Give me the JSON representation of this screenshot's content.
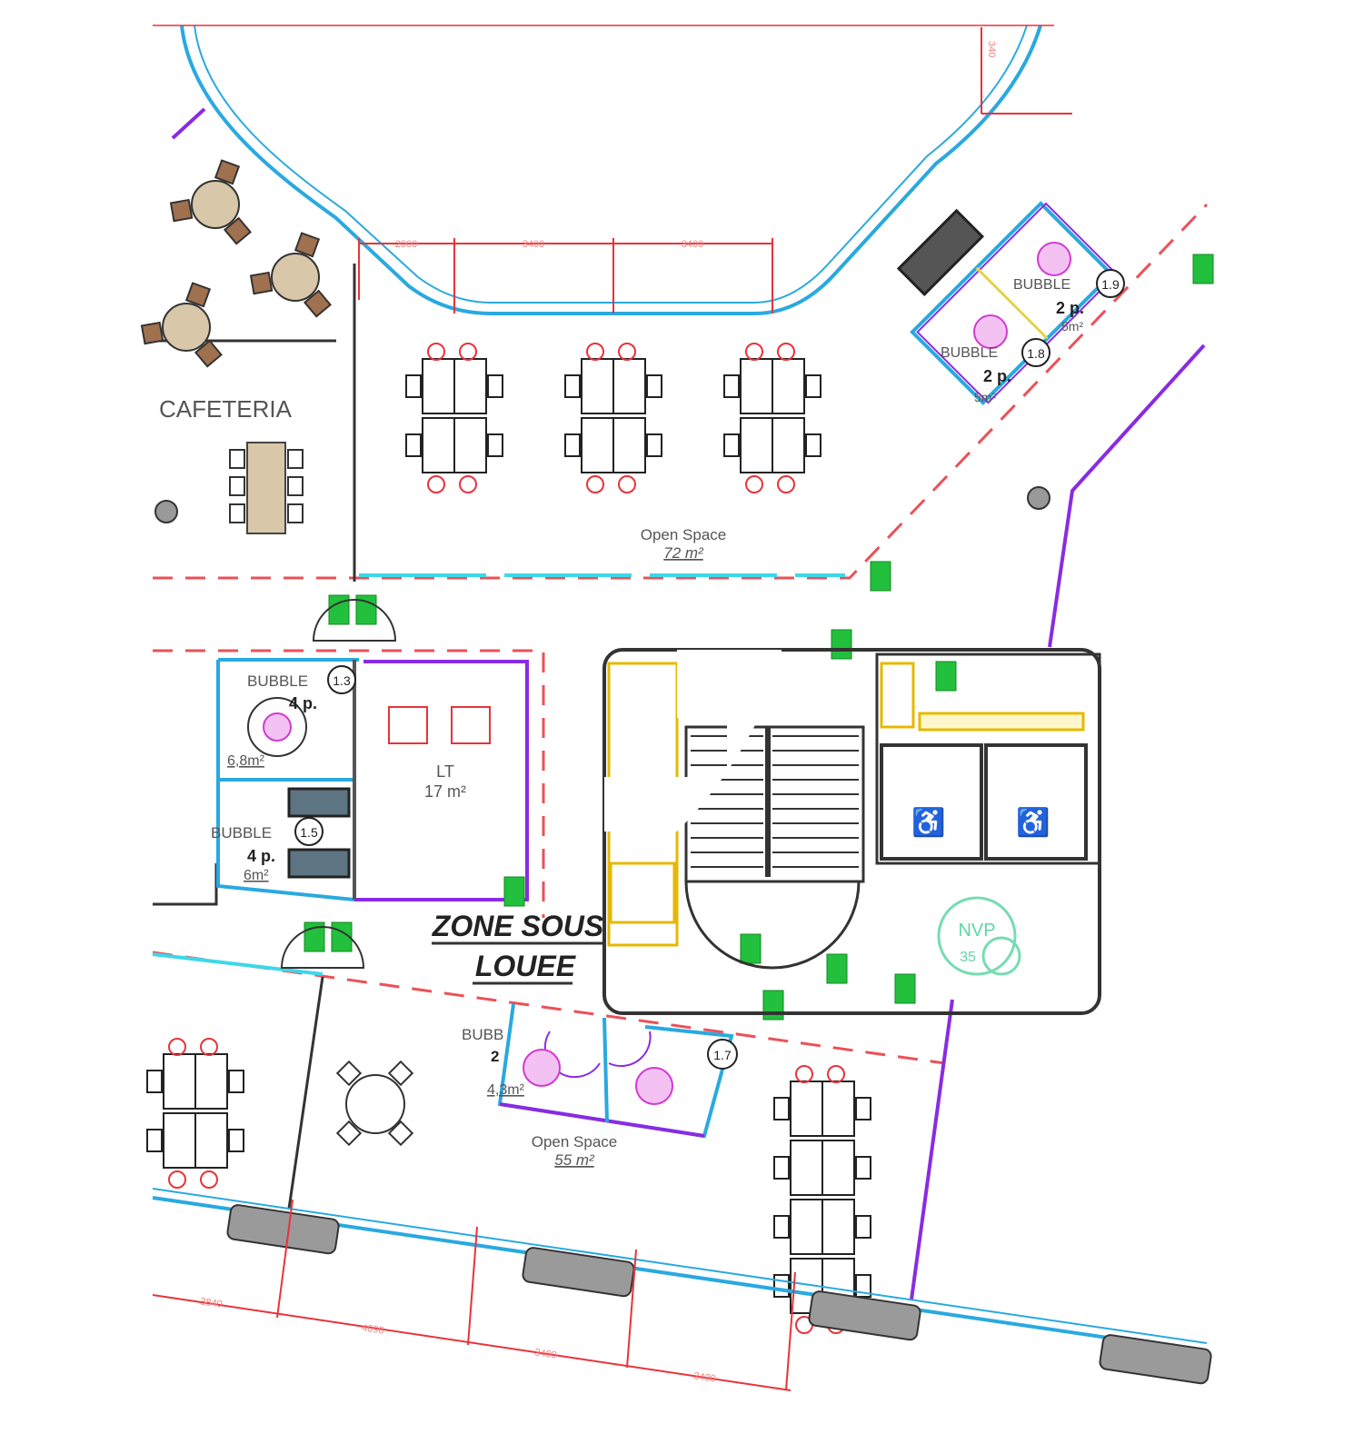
{
  "plan": {
    "rooms": {
      "cafeteria": "CAFETERIA",
      "open_space_top": {
        "name": "Open Space",
        "area": "72 m²"
      },
      "open_space_bottom": {
        "name": "Open Space",
        "area": "55 m²"
      },
      "lt_room": {
        "name": "LT",
        "area": "17 m²"
      },
      "zone_line1": "ZONE SOUS",
      "zone_line2": "LOUEE"
    },
    "bubbles": [
      {
        "label": "BUBBLE",
        "id": "1.3",
        "capacity": "4 p.",
        "area": "6,8m²"
      },
      {
        "label": "BUBBLE",
        "id": "1.5",
        "capacity": "4 p.",
        "area": "6m²"
      },
      {
        "label": "BUBBLE",
        "id": "1.9",
        "capacity": "2 p.",
        "area": "5m²"
      },
      {
        "label": "BUBBLE",
        "id": "1.8",
        "capacity": "2 p.",
        "area": "5m²"
      },
      {
        "label": "BUBB",
        "id": "1.7",
        "capacity": "2",
        "area": "4,3m²"
      }
    ],
    "dimensions_top": [
      "2000",
      "3400",
      "3400"
    ],
    "dimensions_bottom": [
      "3840",
      "4090",
      "3400",
      "3400"
    ],
    "dimension_vertical": "340",
    "stamp": {
      "line1": "NVP",
      "line2": "35"
    },
    "colors": {
      "facade": "#29a9e0",
      "dimension": "#e8333a",
      "partition": "#8a2be2",
      "exit": "#22c03c",
      "wall": "#333333"
    }
  }
}
